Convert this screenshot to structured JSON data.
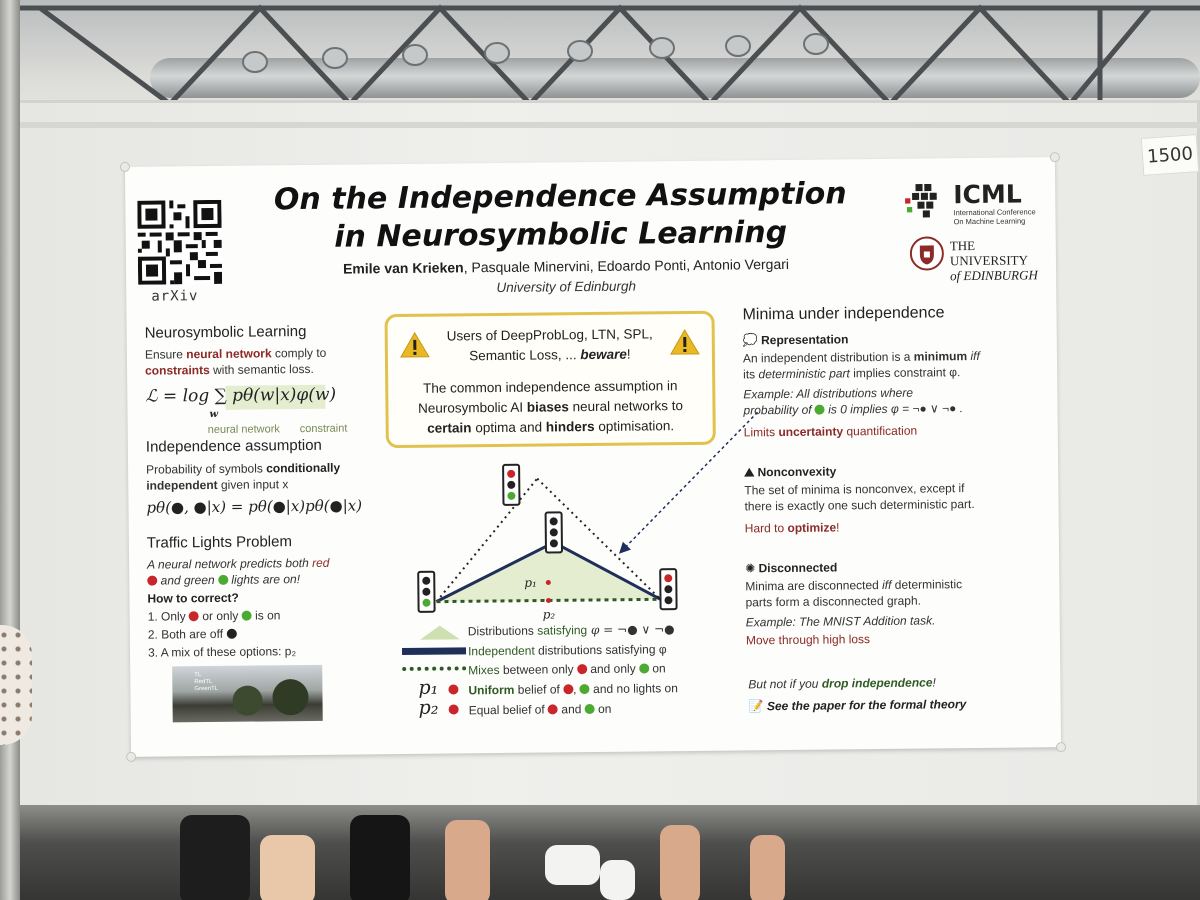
{
  "scene": {
    "booth_tag": "1500"
  },
  "poster": {
    "arxiv_label": "arXiv",
    "title_line1": "On the Independence Assumption",
    "title_line2": "in Neurosymbolic Learning",
    "authors_first": "Emile van Krieken",
    "authors_rest": ", Pasquale Minervini, Edoardo Ponti, Antonio Vergari",
    "affiliation": "University of Edinburgh",
    "icml": {
      "name": "ICML",
      "sub1": "International Conference",
      "sub2": "On Machine Learning"
    },
    "edinburgh": {
      "line1": "THE UNIVERSITY",
      "line2": "of EDINBURGH"
    },
    "neurosymbolic": {
      "heading": "Neurosymbolic Learning",
      "line1_a": "Ensure ",
      "line1_b": "neural network",
      "line1_c": " comply to",
      "line2_a": "constraints",
      "line2_b": " with semantic loss.",
      "formula": "ℒ = log ∑ pθ(w|x)φ(w)",
      "formula_sub": "w",
      "label_nn": "neural network",
      "label_constraint": "constraint"
    },
    "independence": {
      "heading": "Independence assumption",
      "line1_a": "Probability of symbols ",
      "line1_b": "conditionally",
      "line2_a": "independent",
      "line2_b": " given input x",
      "formula": "pθ(●, ●|x) = pθ(●|x)pθ(●|x)"
    },
    "traffic": {
      "heading": "Traffic Lights Problem",
      "line1_a": "A neural network predicts both ",
      "line1_b": "red",
      "line2_a": " and green ",
      "line2_b": " lights are on!",
      "how": "How to correct?",
      "item1_a": "1.  Only ",
      "item1_b": " or only ",
      "item1_c": " is on",
      "item2_a": "2.  Both are off ",
      "item3": "3.  A mix of these options: p₂",
      "photo_labels": [
        "TL",
        "RedTL",
        "GreenTL"
      ]
    },
    "warning": {
      "line1": "Users of DeepProbLog, LTN, SPL,",
      "line2_a": "Semantic Loss, ... ",
      "line2_b": "beware",
      "line2_c": "!",
      "body1": "The common independence assumption in",
      "body2_a": "Neurosymbolic AI ",
      "body2_b": "biases",
      "body2_c": " neural networks to",
      "body3_a": "certain",
      "body3_b": " optima and ",
      "body3_c": "hinders",
      "body3_d": " optimisation."
    },
    "diagram": {
      "p1": "p₁",
      "p2": "p₂"
    },
    "legend": {
      "row1_a": "Distributions ",
      "row1_b": "satisfying",
      "row1_c": " φ = ¬● ∨ ¬●",
      "row2_a": "Independent",
      "row2_b": " distributions satisfying φ",
      "row3_a": "Mixes",
      "row3_b": " between only ",
      "row3_c": " and only ",
      "row3_d": " on",
      "row4_label": "p₁",
      "row4_a": "Uniform",
      "row4_b": " belief of ",
      "row4_c": ", ",
      "row4_d": " and no lights on",
      "row5_label": "p₂",
      "row5_a": "Equal belief of ",
      "row5_b": " and ",
      "row5_c": " on"
    },
    "minima": {
      "heading": "Minima under independence",
      "rep_heading": "Representation",
      "rep1_a": "An independent distribution is a ",
      "rep1_b": "minimum",
      "rep1_c": " iff",
      "rep2_a": "its ",
      "rep2_b": "deterministic part",
      "rep2_c": " implies constraint φ.",
      "rep_ex1": "Example: All distributions where",
      "rep_ex2_a": "probability of ",
      "rep_ex2_b": " is 0 implies φ = ¬● ∨ ¬● .",
      "rep_limit_a": "Limits ",
      "rep_limit_b": "uncertainty",
      "rep_limit_c": " quantification",
      "nonconvex_heading": "Nonconvexity",
      "nc1": "The set of minima is nonconvex, except if",
      "nc2": "there is exactly one such deterministic part.",
      "nc3_a": "Hard to ",
      "nc3_b": "optimize",
      "nc3_c": "!",
      "disc_heading": "Disconnected",
      "d1_a": "Minima are ",
      "d1_b": "disconnected",
      "d1_c": " iff",
      "d1_d": " deterministic",
      "d2": "parts form a disconnected graph.",
      "d_ex": "Example: The MNIST Addition task.",
      "d_move": "Move through high loss",
      "but_a": "But not if you ",
      "but_b": "drop independence",
      "but_c": "!",
      "see": "See the paper for the formal theory"
    }
  }
}
